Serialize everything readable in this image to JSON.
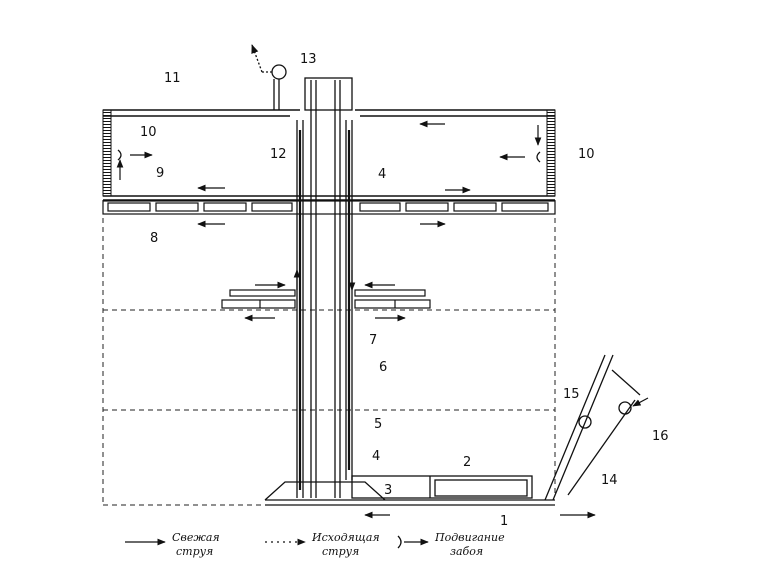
{
  "labels": [
    "1",
    "2",
    "3",
    "4",
    "4",
    "5",
    "6",
    "7",
    "8",
    "9",
    "10",
    "10",
    "11",
    "12",
    "13",
    "14",
    "15",
    "16"
  ],
  "legend": {
    "fresh": [
      "Свежая",
      "струя"
    ],
    "outgoing": [
      "Исходящая",
      "струя"
    ],
    "face": [
      "Подвигание",
      "забоя"
    ]
  }
}
